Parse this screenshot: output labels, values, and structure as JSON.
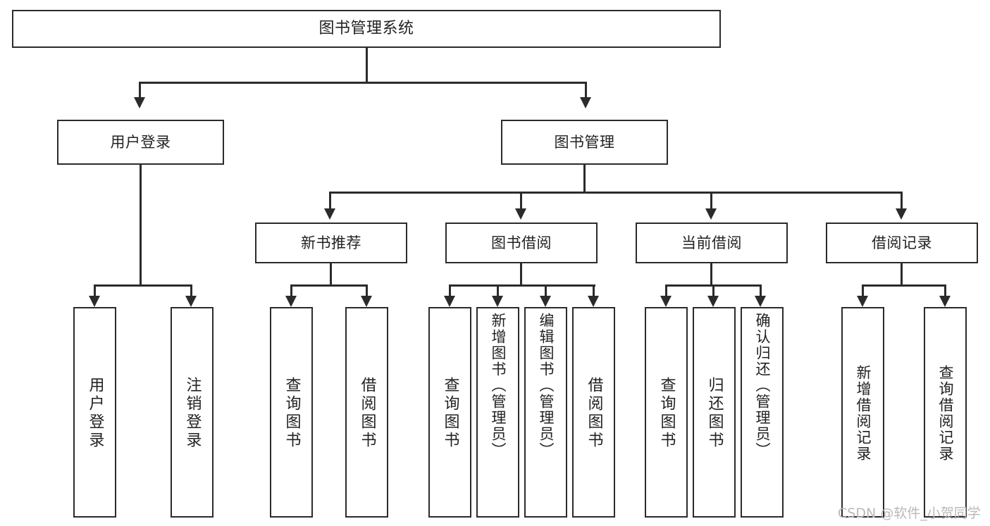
{
  "diagram": {
    "title": "图书管理系统",
    "type": "tree",
    "root": {
      "label": "图书管理系统"
    },
    "level2": [
      {
        "label": "用户登录"
      },
      {
        "label": "图书管理"
      }
    ],
    "level3": [
      {
        "label": "新书推荐"
      },
      {
        "label": "图书借阅"
      },
      {
        "label": "当前借阅"
      },
      {
        "label": "借阅记录"
      }
    ],
    "leaves_user_login": [
      {
        "label": "用户登录"
      },
      {
        "label": "注销登录"
      }
    ],
    "leaves_new_book": [
      {
        "label": "查询图书"
      },
      {
        "label": "借阅图书"
      }
    ],
    "leaves_borrow": [
      {
        "label": "查询图书"
      },
      {
        "label": "新增图书（管理员）"
      },
      {
        "label": "编辑图书（管理员）"
      },
      {
        "label": "借阅图书"
      }
    ],
    "leaves_current": [
      {
        "label": "查询图书"
      },
      {
        "label": "归还图书"
      },
      {
        "label": "确认归还（管理员）"
      }
    ],
    "leaves_records": [
      {
        "label": "新增借阅记录"
      },
      {
        "label": "查询借阅记录"
      }
    ]
  },
  "watermark": {
    "text": "CSDN @软件_小贺同学"
  },
  "colors": {
    "stroke": "#2b2b2b",
    "fill": "#ffffff",
    "text": "#222222",
    "watermark": "#b9b9b9"
  }
}
